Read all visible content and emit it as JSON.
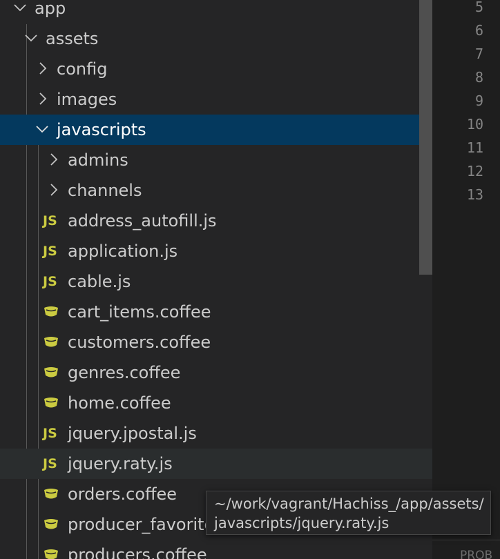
{
  "explorer": {
    "rows": [
      {
        "label": "app"
      },
      {
        "label": "assets"
      },
      {
        "label": "config"
      },
      {
        "label": "images"
      },
      {
        "label": "javascripts"
      },
      {
        "label": "admins"
      },
      {
        "label": "channels"
      },
      {
        "label": "address_autofill.js",
        "icon_text": "JS"
      },
      {
        "label": "application.js",
        "icon_text": "JS"
      },
      {
        "label": "cable.js",
        "icon_text": "JS"
      },
      {
        "label": "cart_items.coffee"
      },
      {
        "label": "customers.coffee"
      },
      {
        "label": "genres.coffee"
      },
      {
        "label": "home.coffee"
      },
      {
        "label": "jquery.jpostal.js",
        "icon_text": "JS"
      },
      {
        "label": "jquery.raty.js",
        "icon_text": "JS"
      },
      {
        "label": "orders.coffee"
      },
      {
        "label": "producer_favorites.coffee"
      },
      {
        "label": "producers.coffee"
      }
    ]
  },
  "editor": {
    "line_numbers": [
      "5",
      "6",
      "7",
      "8",
      "9",
      "10",
      "11",
      "12",
      "13"
    ]
  },
  "tooltip": {
    "line1": "~/work/vagrant/Hachiss_/app/assets/",
    "line2": "javascripts/jquery.raty.js"
  },
  "bottom_panel": {
    "label": "PROB"
  },
  "colors": {
    "sidebar_bg": "#252526",
    "selection_bg": "#04395e",
    "js_icon": "#cbcb41",
    "coffee_icon": "#cbcb41",
    "text": "#cccccc",
    "line_number": "#858585"
  }
}
